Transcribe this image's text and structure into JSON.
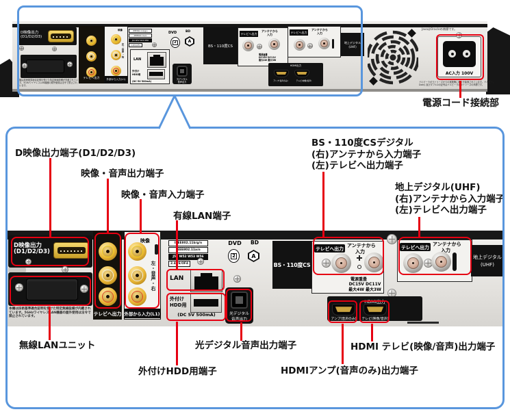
{
  "colors": {
    "callout_blue": "#5996dd",
    "callout_red": "#e60012"
  },
  "callouts": {
    "power": "電源コード接続部",
    "d_terminal": "D映像出力端子(D1/D2/D3)",
    "av_out": "映像・音声出力端子",
    "av_in": "映像・音声入力端子",
    "wired_lan": "有線LAN端子",
    "bs_line1": "BS・110度CSデジタル",
    "bs_line2": "(右)アンテナから入力端子",
    "bs_line3": "(左)テレビへ出力端子",
    "uhf_line1": "地上デジタル(UHF)",
    "uhf_line2": "(右)アンテナから入力端子",
    "uhf_line3": "(左)テレビへ出力端子",
    "wireless_lan": "無線LANユニット",
    "ext_hdd": "外付けHDD用端子",
    "optical": "光デジタル音声出力端子",
    "hdmi_tv": "HDMI テレビ(映像/音声)出力端子",
    "hdmi_amp": "HDMIアンプ(音声のみ)出力端子"
  },
  "panel": {
    "d_out_1": "D映像出力",
    "d_out_2": "(D1/D2/D3)",
    "tv_out": "テレビへ出力",
    "ext_in": "外部から入力(L1)",
    "video": "映像",
    "audio_lr": "左-音声-右",
    "lan": "LAN",
    "hdd_1": "外付け",
    "hdd_2": "HDD用",
    "hdd_dc": "(DC 5V 500mA)",
    "optical_1": "光デジタル",
    "optical_2": "音声出力",
    "dvd": "DVD",
    "bd": "BD",
    "dvd_region": "2",
    "bd_a": "A",
    "bs_cs": "BS・110度CS",
    "antenna_in_1": "アンテナから",
    "antenna_in_2": "入力",
    "power_overlay": "電源重畳",
    "dc_v": "DC15V DC11V",
    "dc_w": "最大4W 最大3W",
    "uhf_1": "地上デジタル",
    "uhf_2": "(UHF)",
    "hdmi_out": "HDMI出力",
    "hdmi_amp_port": "アンプ(音声のみ)",
    "hdmi_tv_port": "テレビ(映像/音声)",
    "cert1": "IEEE802.11b/g/n",
    "cert2": "IEEE802.11a/n",
    "cert3": "J52 W52 W53 W56",
    "cert4": "2.4DS/OF4",
    "caution": "本機は技術基準適合証明を受けた特定無線設備が内蔵されています。5GHzワイヤレスLAN機器の屋外使用は法令で禁止されています。",
    "ac": "AC入力 100V",
    "java": "JavaはOracleの商標です。",
    "dolby": "ドルビーラボラトリーズからの実施権に基づき製造されています。ドルビー、Dolby 及びダブルDの記号はドルビーラボラトリーズの商標です。"
  }
}
